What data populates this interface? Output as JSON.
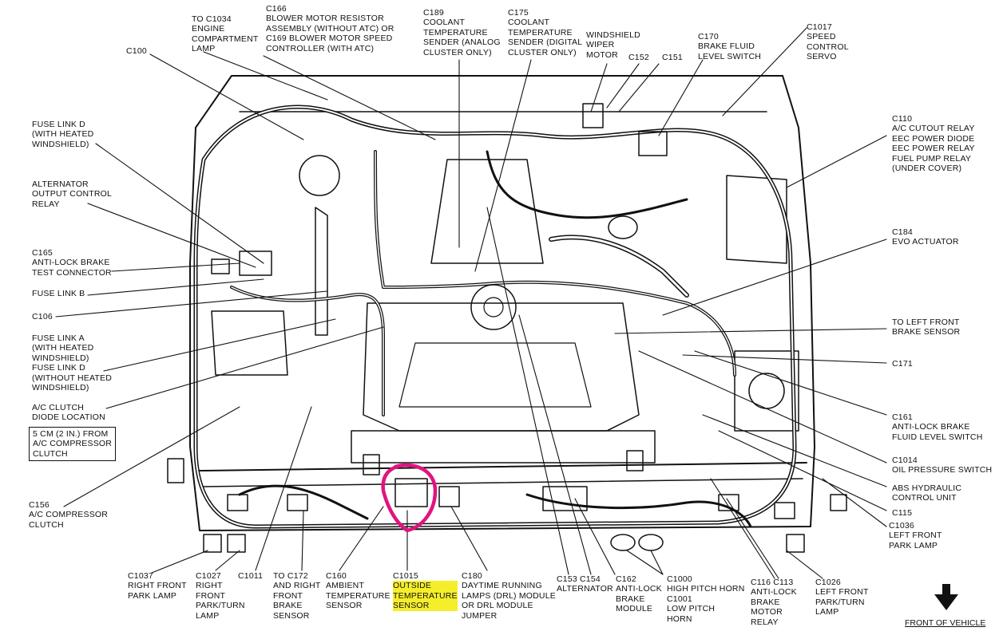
{
  "labels": {
    "c1034": [
      "TO C1034",
      "ENGINE",
      "COMPARTMENT",
      "LAMP"
    ],
    "c166": [
      "C166",
      "BLOWER MOTOR RESISTOR",
      "ASSEMBLY (WITHOUT ATC) OR",
      "C169  BLOWER MOTOR SPEED",
      "CONTROLLER (WITH ATC)"
    ],
    "c189": [
      "C189",
      "COOLANT",
      "TEMPERATURE",
      "SENDER (ANALOG",
      "CLUSTER ONLY)"
    ],
    "c175": [
      "C175",
      "COOLANT",
      "TEMPERATURE",
      "SENDER (DIGITAL",
      "CLUSTER ONLY)"
    ],
    "wiper": [
      "WINDSHIELD",
      "WIPER",
      "MOTOR"
    ],
    "c152": [
      "C152"
    ],
    "c151": [
      "C151"
    ],
    "c170": [
      "C170",
      "BRAKE FLUID",
      "LEVEL SWITCH"
    ],
    "c1017": [
      "C1017",
      "SPEED",
      "CONTROL",
      "SERVO"
    ],
    "c100": [
      "C100"
    ],
    "fuse_d_with": [
      "FUSE LINK D",
      "(WITH HEATED",
      "WINDSHIELD)"
    ],
    "alternator_relay": [
      "ALTERNATOR",
      "OUTPUT CONTROL",
      "RELAY"
    ],
    "c165": [
      "C165",
      "ANTI-LOCK BRAKE",
      "TEST CONNECTOR"
    ],
    "fuse_b": [
      "FUSE LINK B"
    ],
    "c106": [
      "C106"
    ],
    "fuse_a": [
      "FUSE LINK A",
      "(WITH HEATED",
      "WINDSHIELD)",
      "FUSE LINK D",
      "(WITHOUT HEATED",
      "WINDSHIELD)"
    ],
    "ac_clutch": [
      "A/C CLUTCH",
      "DIODE LOCATION"
    ],
    "ac_box": [
      "5 CM (2 IN.) FROM",
      "A/C COMPRESSOR",
      "CLUTCH"
    ],
    "c156": [
      "C156",
      "A/C COMPRESSOR",
      "CLUTCH"
    ],
    "c110": [
      "C110",
      "A/C CUTOUT RELAY",
      "EEC POWER DIODE",
      "EEC POWER RELAY",
      "FUEL PUMP RELAY",
      "(UNDER COVER)"
    ],
    "c184": [
      "C184",
      "EVO ACTUATOR"
    ],
    "brake_sensor": [
      "TO LEFT FRONT",
      "BRAKE SENSOR"
    ],
    "c171": [
      "C171"
    ],
    "c161": [
      "C161",
      "ANTI-LOCK BRAKE",
      "FLUID LEVEL SWITCH"
    ],
    "c1014": [
      "C1014",
      "OIL PRESSURE SWITCH"
    ],
    "abs": [
      "ABS HYDRAULIC",
      "CONTROL UNIT"
    ],
    "c115": [
      "C115"
    ],
    "c1036": [
      "C1036",
      "LEFT FRONT",
      "PARK LAMP"
    ],
    "c1037": [
      "C1037",
      "RIGHT FRONT",
      "PARK LAMP"
    ],
    "c1027": [
      "C1027",
      "RIGHT",
      "FRONT",
      "PARK/TURN",
      "LAMP"
    ],
    "c1011": [
      "C1011"
    ],
    "c172": [
      "TO C172",
      "AND RIGHT",
      "FRONT",
      "BRAKE",
      "SENSOR"
    ],
    "c160": [
      "C160",
      "AMBIENT",
      "TEMPERATURE",
      "SENSOR"
    ],
    "c1015": [
      "C1015"
    ],
    "c1015_hl": [
      "OUTSIDE",
      "TEMPERATURE",
      "SENSOR"
    ],
    "c180": [
      "C180",
      "DAYTIME RUNNING",
      "LAMPS (DRL) MODULE",
      "OR DRL MODULE",
      "JUMPER"
    ],
    "c153": [
      "C153 C154",
      "ALTERNATOR"
    ],
    "c162": [
      "C162",
      "ANTI-LOCK",
      "BRAKE",
      "MODULE"
    ],
    "c1000": [
      "C1000",
      "HIGH PITCH HORN",
      "C1001",
      "LOW PITCH",
      "HORN"
    ],
    "c116": [
      "C116 C113",
      "ANTI-LOCK",
      "BRAKE",
      "MOTOR",
      "RELAY"
    ],
    "c1026": [
      "C1026",
      "LEFT FRONT",
      "PARK/TURN",
      "LAMP"
    ]
  },
  "front_label": "FRONT OF VEHICLE",
  "colors": {
    "ink": "#111111",
    "highlight": "#f5ee2a",
    "circle": "#e0147f"
  }
}
